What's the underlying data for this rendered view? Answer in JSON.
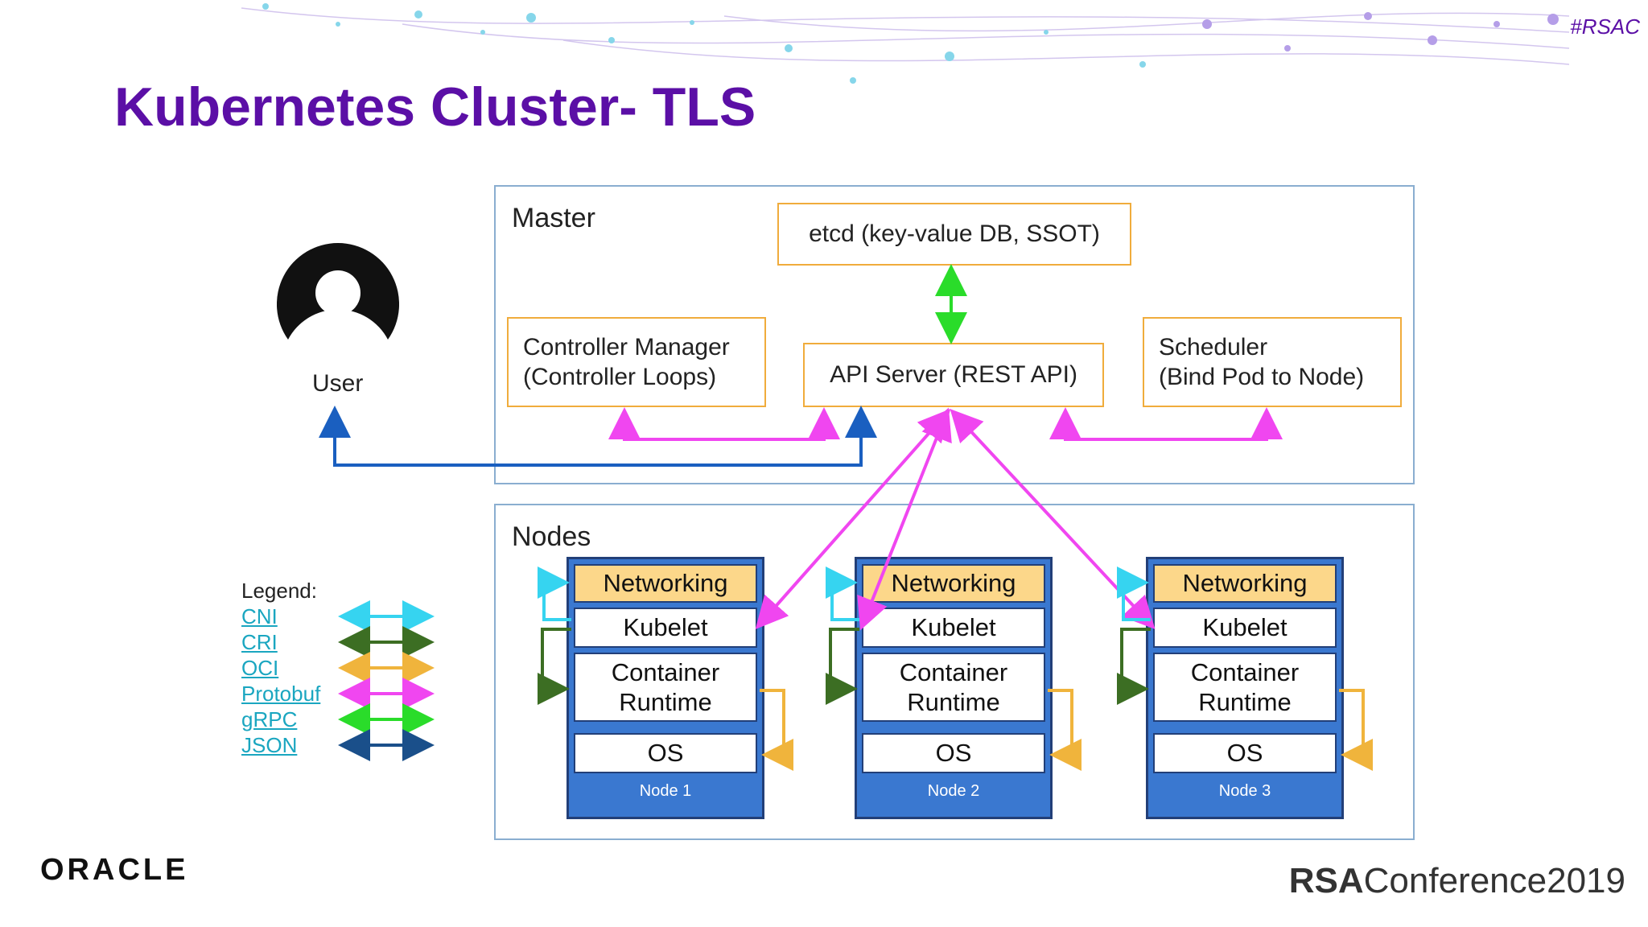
{
  "slide": {
    "title": "Kubernetes Cluster- TLS",
    "hashtag": "#RSAC"
  },
  "master": {
    "label": "Master",
    "etcd": "etcd (key-value DB, SSOT)",
    "controller_line1": "Controller Manager",
    "controller_line2": "(Controller Loops)",
    "api_server": "API Server (REST API)",
    "scheduler_line1": "Scheduler",
    "scheduler_line2": "(Bind Pod to Node)"
  },
  "user": {
    "label": "User"
  },
  "nodes": {
    "label": "Nodes",
    "items": [
      {
        "networking": "Networking",
        "kubelet": "Kubelet",
        "runtime_line1": "Container",
        "runtime_line2": "Runtime",
        "os": "OS",
        "name": "Node 1"
      },
      {
        "networking": "Networking",
        "kubelet": "Kubelet",
        "runtime_line1": "Container",
        "runtime_line2": "Runtime",
        "os": "OS",
        "name": "Node 2"
      },
      {
        "networking": "Networking",
        "kubelet": "Kubelet",
        "runtime_line1": "Container",
        "runtime_line2": "Runtime",
        "os": "OS",
        "name": "Node 3"
      }
    ]
  },
  "legend": {
    "title": "Legend:",
    "items": [
      {
        "label": "CNI",
        "color": "#36d4f0"
      },
      {
        "label": "CRI",
        "color": "#3c6e23"
      },
      {
        "label": "OCI",
        "color": "#f0b43c"
      },
      {
        "label": "Protobuf",
        "color": "#f046f0"
      },
      {
        "label": "gRPC",
        "color": "#2adc2a"
      },
      {
        "label": "JSON",
        "color": "#1a4f8a"
      }
    ]
  },
  "colors": {
    "title": "#5b0fa6",
    "protobuf": "#f046f0",
    "grpc": "#2adc2a",
    "json": "#1a5fc0",
    "cni": "#36d4f0",
    "cri": "#3c6e23",
    "oci": "#f0b43c"
  },
  "footer": {
    "oracle": "ORACLE",
    "rsa_bold": "RSA",
    "rsa_rest": "Conference2019"
  },
  "icons": {
    "user": "user-avatar-icon"
  }
}
